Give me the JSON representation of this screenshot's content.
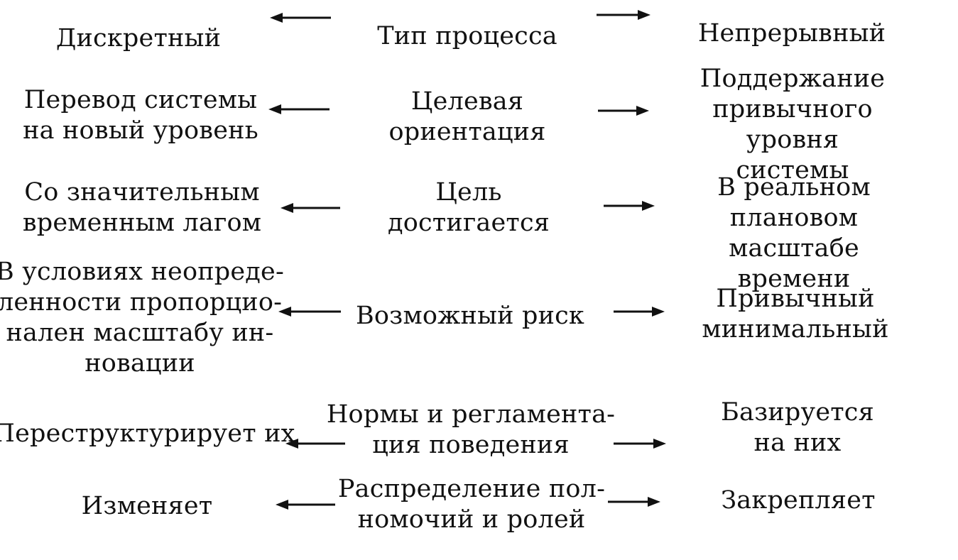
{
  "rows": [
    {
      "left": "Дискретный",
      "center": "Тип процесса",
      "right": "Непрерывный"
    },
    {
      "left": "Перевод системы\nна новый уровень",
      "center": "Целевая\nориентация",
      "right": "Поддержание\nпривычного уровня\nсистемы"
    },
    {
      "left": "Со значительным\nвременным лагом",
      "center": "Цель\nдостигается",
      "right": "В реальном плановом\nмасштабе времени"
    },
    {
      "left": "В условиях неопреде-\nленности пропорцио-\nнален масштабу ин-\nновации",
      "center": "Возможный риск",
      "right": "Привычный\nминимальный"
    },
    {
      "left": "Переструктурирует их",
      "center": "Нормы и регламента-\nция поведения",
      "right": "Базируется\nна них"
    },
    {
      "left": "Изменяет",
      "center": "Распределение пол-\nномочий и ролей",
      "right": "Закрепляет"
    }
  ]
}
